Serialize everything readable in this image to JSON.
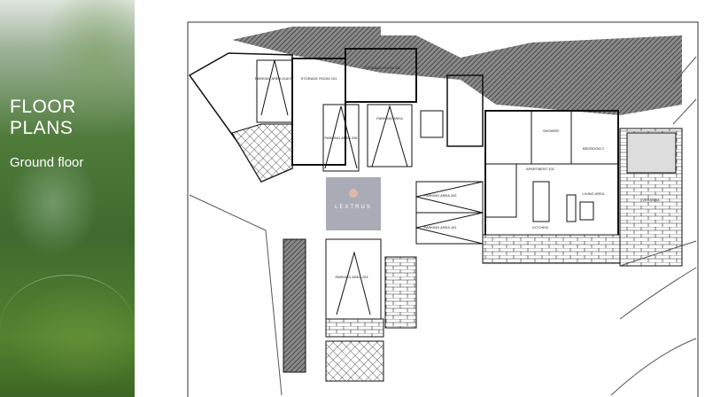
{
  "sidebar": {
    "title_line1": "FLOOR",
    "title_line2": "PLANS",
    "subtitle": "Ground floor"
  },
  "logo": {
    "name": "LEXTRUS"
  },
  "plan": {
    "labels": {
      "parking_guest": "PARKING AREA GUEST",
      "storage_101": "STORAGE ROOM 101",
      "storage_202": "STORAGE ROOM 202",
      "parking_208": "PARKING AREA 208",
      "parking_accessible": "PARKING AREA",
      "parking_202": "PARKING AREA 202",
      "parking_101": "PARKING AREA 101",
      "parking_203": "PARKING AREA 203",
      "shower": "SHOWER",
      "bedroom2": "BEDROOM 2",
      "apartment": "APARTMENT 101",
      "living": "LIVING AREA",
      "kitchen": "KITCHEN",
      "veranda": "VERANDA"
    }
  }
}
